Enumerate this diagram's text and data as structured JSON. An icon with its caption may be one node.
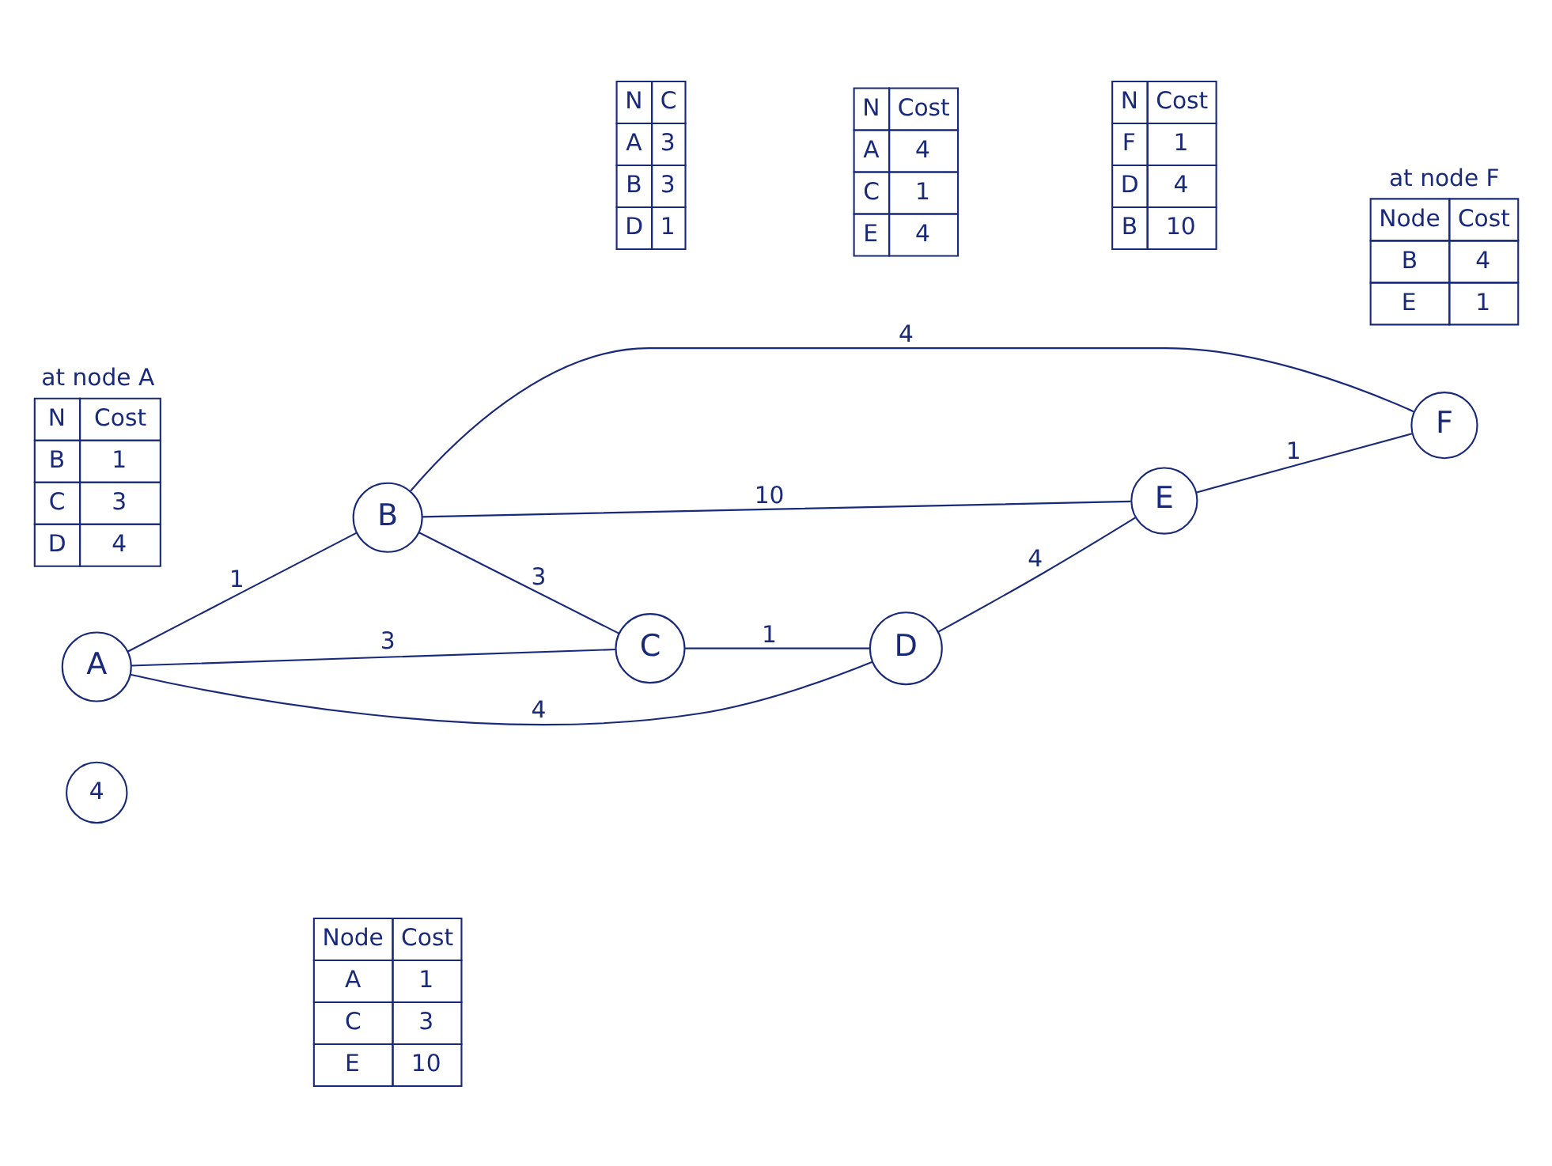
{
  "diagram": {
    "nodes": [
      {
        "text": [
          "4"
        ]
      },
      {
        "text": [
          "Node",
          "Cost",
          "A",
          "1",
          "C",
          "3",
          "E",
          "10"
        ]
      },
      {
        "text": [
          "B"
        ]
      },
      {
        "text": [
          "N",
          "Cost",
          "B",
          "1",
          "C",
          "3",
          "D",
          "4"
        ],
        "beside": [
          "at node A"
        ]
      },
      {
        "text": [
          "A"
        ]
      },
      {
        "text": [
          "C"
        ]
      },
      {
        "text": [
          "N",
          "C",
          "A",
          "3",
          "B",
          "3",
          "D",
          "1"
        ]
      },
      {
        "text": [
          "E"
        ]
      },
      {
        "text": [
          "F"
        ]
      },
      {
        "text": [
          "Node",
          "Cost",
          "B",
          "4",
          "E",
          "1"
        ],
        "beside": [
          "at node F"
        ]
      },
      {
        "text": [
          "N",
          "Cost",
          "F",
          "1",
          "D",
          "4",
          "B",
          "10"
        ]
      },
      {
        "text": [
          "D"
        ]
      },
      {
        "text": [
          "N",
          "Cost",
          "A",
          "4",
          "C",
          "1",
          "E",
          "4"
        ]
      }
    ],
    "edges": [
      {
        "from": 4,
        "to": 2,
        "arrow": "none",
        "label": "1"
      },
      {
        "from": 4,
        "to": 5,
        "arrow": "none",
        "label": "3"
      },
      {
        "from": 4,
        "to": 11,
        "arrow": "none",
        "label": "4"
      },
      {
        "from": 2,
        "to": 5,
        "arrow": "none",
        "label": "3"
      },
      {
        "from": 2,
        "to": 7,
        "arrow": "none",
        "label": "10"
      },
      {
        "from": 2,
        "to": 8,
        "arrow": "none",
        "label": "4"
      },
      {
        "from": 5,
        "to": 11,
        "arrow": "none",
        "label": "1"
      },
      {
        "from": 11,
        "to": 7,
        "arrow": "none",
        "label": "4"
      },
      {
        "from": 7,
        "to": 8,
        "arrow": "none",
        "label": "1"
      }
    ]
  }
}
